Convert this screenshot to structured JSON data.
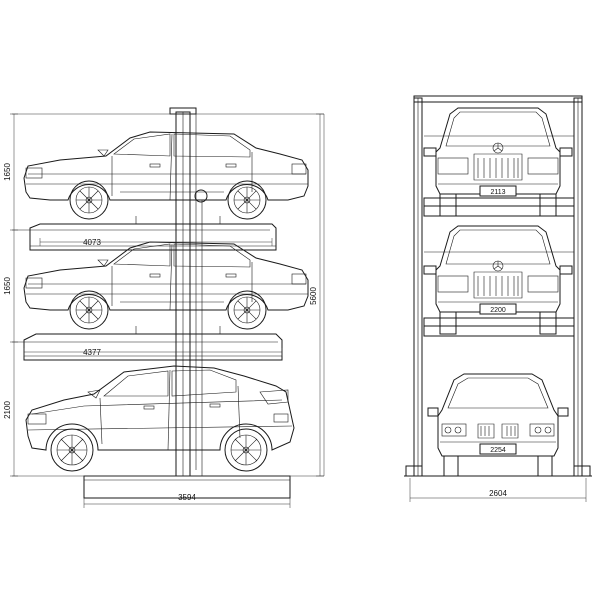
{
  "side_view": {
    "dimensions": {
      "level_height_top": "1650",
      "level_height_middle": "1650",
      "level_height_ground": "2100",
      "total_height": "5600",
      "platform_length_top": "4073",
      "platform_length_middle": "4377",
      "base_length": "3594"
    }
  },
  "front_view": {
    "plates": {
      "top": "2113",
      "middle": "2200",
      "ground": "2254"
    },
    "dimensions": {
      "total_width": "2604"
    }
  }
}
